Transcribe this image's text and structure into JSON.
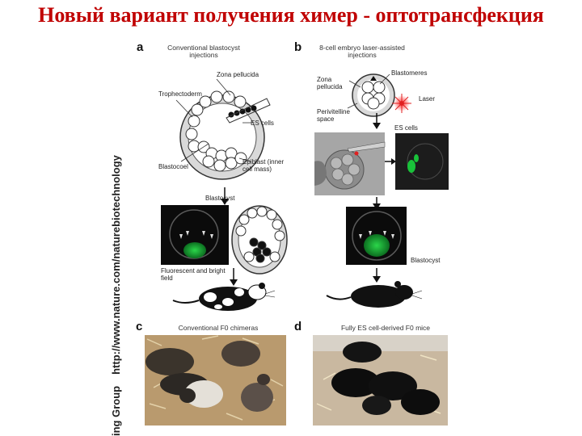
{
  "slide": {
    "title": "Новый вариант получения химер - оптотрансфекция"
  },
  "credit": {
    "group": "ing Group",
    "url": "http://www.nature.com/naturebiotechnology"
  },
  "panel_a": {
    "letter": "a",
    "heading": "Conventional blastocyst injections",
    "labels": {
      "zona": "Zona pellucida",
      "troph": "Trophectoderm",
      "es": "ES cells",
      "blastocoel": "Blastocoel",
      "epiblast": "Epiblast (inner cell mass)",
      "blastocyst": "Blastocyst",
      "fluor": "Fluorescent and bright field"
    }
  },
  "panel_b": {
    "letter": "b",
    "heading": "8-cell embryo laser-assisted injections",
    "labels": {
      "blastomeres": "Blastomeres",
      "zona": "Zona pellucida",
      "laser": "Laser",
      "peri": "Perivitelline space",
      "es": "ES cells",
      "blastocyst": "Blastocyst"
    }
  },
  "panel_c": {
    "letter": "c",
    "heading": "Conventional F0 chimeras"
  },
  "panel_d": {
    "letter": "d",
    "heading": "Fully ES cell-derived F0 mice"
  },
  "colors": {
    "title": "#c00000",
    "gfp": "#19c23a",
    "laser": "#e02020"
  }
}
